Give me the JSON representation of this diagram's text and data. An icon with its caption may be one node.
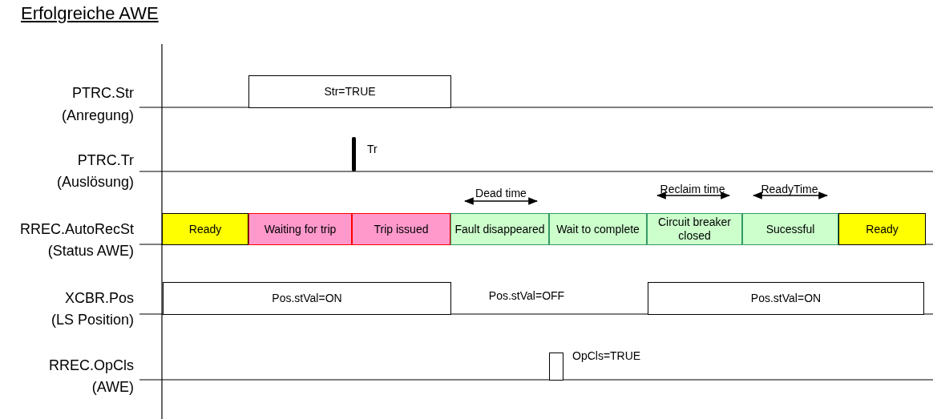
{
  "diagram": {
    "title": "Erfolgreiche AWE",
    "nodes": [
      {
        "text": [
          "Str=TRUE"
        ]
      },
      {
        "text": [],
        "shape": "bar",
        "beside": [
          "Tr"
        ]
      },
      {
        "text": [
          "Ready"
        ]
      },
      {
        "text": [
          "Waiting for trip"
        ]
      },
      {
        "text": [
          "Trip issued"
        ]
      },
      {
        "text": [
          "Fault disappeared"
        ]
      },
      {
        "text": [
          "Wait to complete"
        ]
      },
      {
        "text": [
          "Circuit breaker closed"
        ]
      },
      {
        "text": [
          "Sucessful"
        ]
      },
      {
        "text": [
          "Ready"
        ]
      },
      {
        "text": [
          "Pos.stVal=ON"
        ]
      },
      {
        "text": [
          "Pos.stVal=ON"
        ]
      },
      {
        "text": [],
        "shape": "box",
        "beside": [
          "OpCls=TRUE"
        ]
      }
    ],
    "labels": [
      "PTRC.Str",
      "(Anregung)",
      "PTRC.Tr",
      "(Auslösung)",
      "Dead time",
      "Reclaim time",
      "ReadyTime",
      "RREC.AutoRecSt",
      "(Status AWE)",
      "Pos.stVal=OFF",
      "XCBR.Pos",
      "(LS Position)",
      "RREC.OpCls",
      "(AWE)"
    ]
  }
}
